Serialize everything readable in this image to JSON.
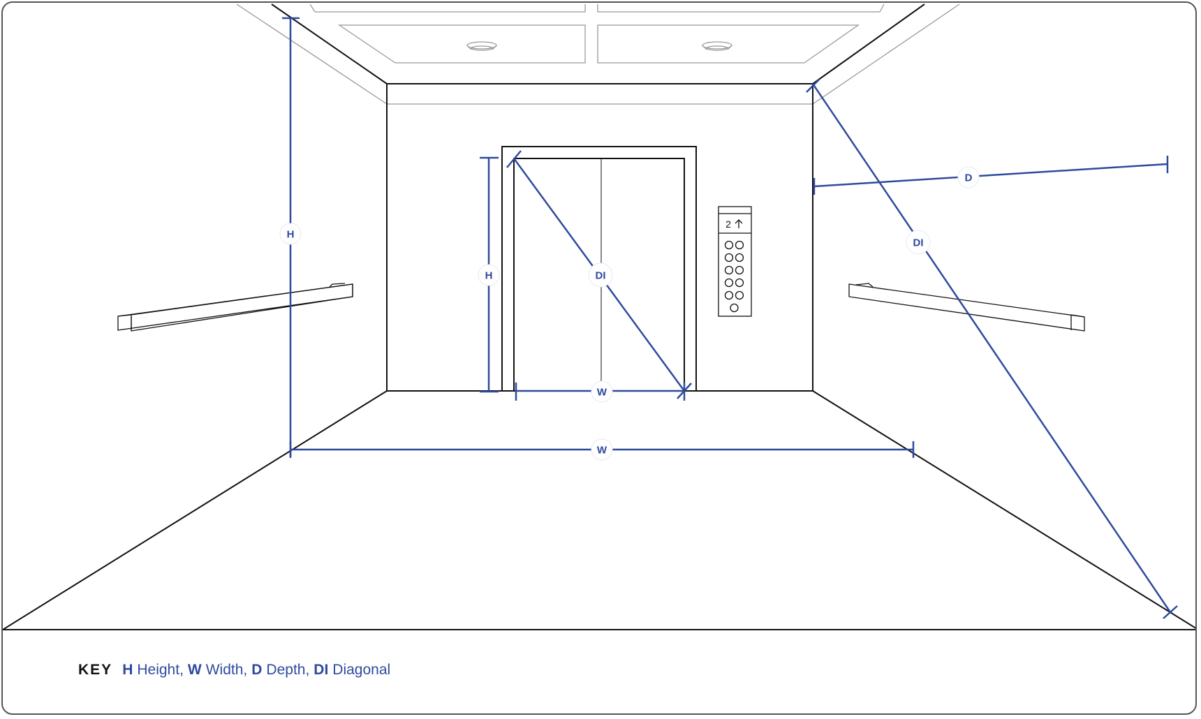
{
  "colors": {
    "dimension": "#2e4a9e",
    "outline": "#111111",
    "ceiling": "#999999",
    "frame": "#555555"
  },
  "labels": {
    "cab_height": "H",
    "door_height": "H",
    "door_diagonal": "DI",
    "door_width": "W",
    "cab_width": "W",
    "cab_depth": "D",
    "cab_diagonal": "DI"
  },
  "panel": {
    "floor_display": "2",
    "direction_icon": "arrow-up-icon",
    "button_count": 11
  },
  "key": {
    "title": "KEY",
    "items": [
      {
        "code": "H",
        "label": "Height,"
      },
      {
        "code": "W",
        "label": "Width,"
      },
      {
        "code": "D",
        "label": "Depth,"
      },
      {
        "code": "DI",
        "label": "Diagonal"
      }
    ]
  }
}
